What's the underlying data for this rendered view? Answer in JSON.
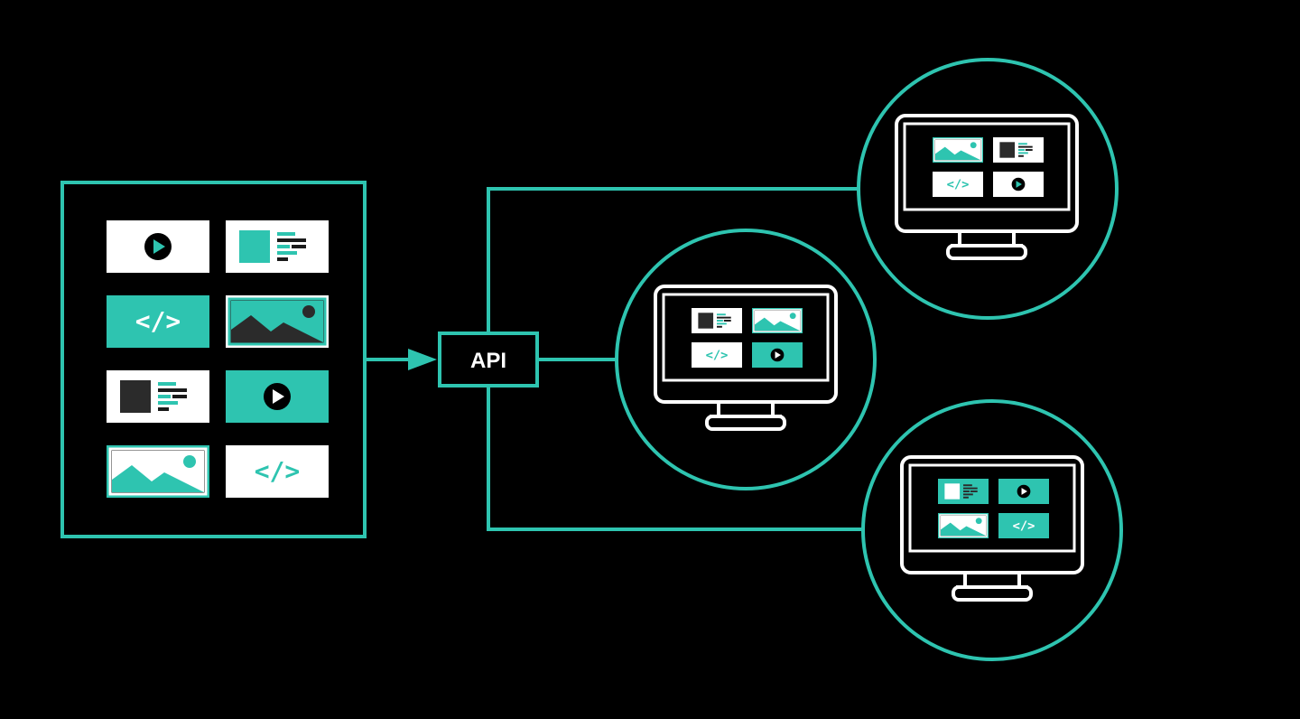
{
  "colors": {
    "background": "#000000",
    "accent": "#2ec4b0",
    "white": "#ffffff",
    "dark": "#2b2b2b"
  },
  "api": {
    "label": "API"
  },
  "code_symbol": "</>",
  "content_repository": {
    "tiles": [
      {
        "icon": "play-icon",
        "theme": "white"
      },
      {
        "icon": "article-icon",
        "theme": "white"
      },
      {
        "icon": "code-icon",
        "theme": "teal"
      },
      {
        "icon": "image-icon",
        "theme": "white"
      },
      {
        "icon": "article-icon",
        "theme": "white"
      },
      {
        "icon": "play-icon",
        "theme": "teal"
      },
      {
        "icon": "image-icon",
        "theme": "teal"
      },
      {
        "icon": "code-icon",
        "theme": "white"
      }
    ]
  },
  "displays": [
    {
      "name": "display-top",
      "tiles": [
        {
          "icon": "image-icon",
          "theme": "teal"
        },
        {
          "icon": "article-icon",
          "theme": "white"
        },
        {
          "icon": "code-icon",
          "theme": "white"
        },
        {
          "icon": "play-icon",
          "theme": "white"
        }
      ]
    },
    {
      "name": "display-middle",
      "tiles": [
        {
          "icon": "article-icon",
          "theme": "white"
        },
        {
          "icon": "image-icon",
          "theme": "teal"
        },
        {
          "icon": "code-icon",
          "theme": "white"
        },
        {
          "icon": "play-icon",
          "theme": "teal"
        }
      ]
    },
    {
      "name": "display-bottom",
      "tiles": [
        {
          "icon": "article-icon",
          "theme": "teal"
        },
        {
          "icon": "play-icon",
          "theme": "teal"
        },
        {
          "icon": "image-icon",
          "theme": "teal"
        },
        {
          "icon": "code-icon",
          "theme": "teal"
        }
      ]
    }
  ]
}
